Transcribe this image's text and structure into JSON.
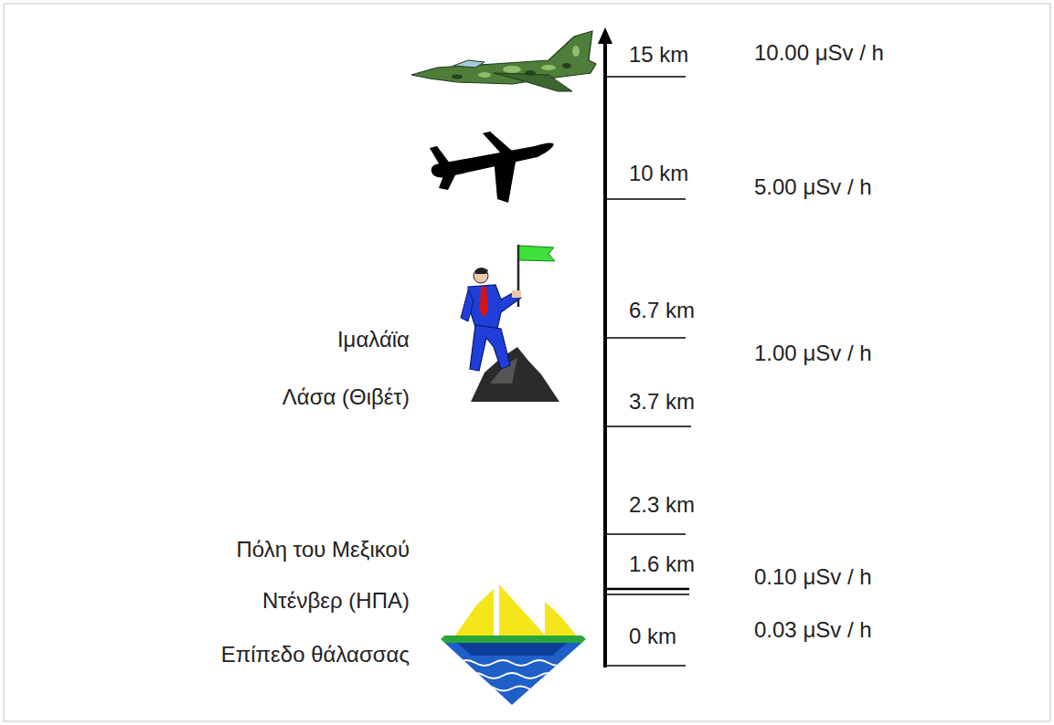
{
  "diagram": {
    "labels": [
      "15 km",
      "10.00 μSv / h",
      "10 km",
      "5.00 μSv / h",
      "6.7 km",
      "Ιμαλάϊα",
      "1.00 μSv / h",
      "Λάσα (Θιβέτ)",
      "3.7 km",
      "2.3 km",
      "Πόλη του Μεξικού",
      "1.6 km",
      "0.10 μSv / h",
      "Ντένβερ (ΗΠΑ)",
      "0.03 μSv / h",
      "0 km",
      "Επίπεδο θάλασσας"
    ]
  }
}
